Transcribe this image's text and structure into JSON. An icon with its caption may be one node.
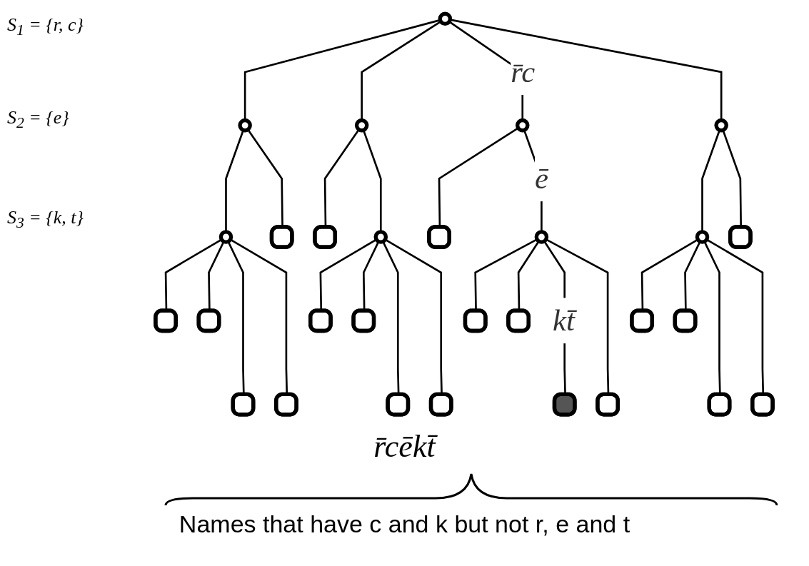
{
  "diagram": {
    "nodes": [
      {
        "text": [],
        "shape": "circle"
      },
      {
        "text": [],
        "shape": "circle"
      },
      {
        "text": [],
        "shape": "circle"
      },
      {
        "text": [],
        "shape": "circle"
      },
      {
        "text": [],
        "shape": "circle"
      },
      {
        "text": [],
        "shape": "circle"
      },
      {
        "text": [],
        "shape": "box"
      },
      {
        "text": [],
        "shape": "box"
      },
      {
        "text": [],
        "shape": "circle"
      },
      {
        "text": [],
        "shape": "box"
      },
      {
        "text": [],
        "shape": "circle"
      },
      {
        "text": [],
        "shape": "circle"
      },
      {
        "text": [],
        "shape": "box"
      },
      {
        "text": [],
        "shape": "box"
      },
      {
        "text": [],
        "shape": "box"
      },
      {
        "text": [],
        "shape": "box"
      },
      {
        "text": [],
        "shape": "box"
      },
      {
        "text": [],
        "shape": "box"
      },
      {
        "text": [],
        "shape": "box"
      },
      {
        "text": [],
        "shape": "box"
      },
      {
        "text": [],
        "shape": "box"
      },
      {
        "text": [],
        "shape": "box"
      },
      {
        "text": [],
        "shape": "box"
      },
      {
        "text": [],
        "shape": "box"
      },
      {
        "text": [],
        "shape": "box"
      },
      {
        "text": [],
        "shape": "box"
      },
      {
        "text": [],
        "shape": "box"
      },
      {
        "text": [],
        "shape": "box"
      },
      {
        "text": [],
        "shape": "box"
      }
    ],
    "edges": [
      {
        "from": 0,
        "to": 1,
        "arrow": "none"
      },
      {
        "from": 0,
        "to": 2,
        "arrow": "none"
      },
      {
        "from": 0,
        "to": 3,
        "arrow": "none",
        "label": "r̄c"
      },
      {
        "from": 0,
        "to": 4,
        "arrow": "none"
      },
      {
        "from": 1,
        "to": 5,
        "arrow": "none"
      },
      {
        "from": 1,
        "to": 6,
        "arrow": "none"
      },
      {
        "from": 2,
        "to": 7,
        "arrow": "none"
      },
      {
        "from": 2,
        "to": 8,
        "arrow": "none"
      },
      {
        "from": 3,
        "to": 9,
        "arrow": "none"
      },
      {
        "from": 3,
        "to": 10,
        "arrow": "none",
        "label": "ē"
      },
      {
        "from": 4,
        "to": 11,
        "arrow": "none"
      },
      {
        "from": 4,
        "to": 12,
        "arrow": "none"
      },
      {
        "from": 5,
        "to": 13,
        "arrow": "none"
      },
      {
        "from": 5,
        "to": 14,
        "arrow": "none"
      },
      {
        "from": 5,
        "to": 15,
        "arrow": "none"
      },
      {
        "from": 5,
        "to": 16,
        "arrow": "none"
      },
      {
        "from": 8,
        "to": 17,
        "arrow": "none"
      },
      {
        "from": 8,
        "to": 18,
        "arrow": "none"
      },
      {
        "from": 8,
        "to": 19,
        "arrow": "none"
      },
      {
        "from": 8,
        "to": 20,
        "arrow": "none"
      },
      {
        "from": 10,
        "to": 21,
        "arrow": "none"
      },
      {
        "from": 10,
        "to": 22,
        "arrow": "none"
      },
      {
        "from": 10,
        "to": 23,
        "arrow": "none",
        "label": "kt̄"
      },
      {
        "from": 10,
        "to": 24,
        "arrow": "none"
      },
      {
        "from": 11,
        "to": 25,
        "arrow": "none"
      },
      {
        "from": 11,
        "to": 26,
        "arrow": "none"
      },
      {
        "from": 11,
        "to": 27,
        "arrow": "none"
      },
      {
        "from": 11,
        "to": 28,
        "arrow": "none"
      }
    ],
    "labels": [
      "S$_{1}$ = {r, c}",
      "S$_{2}$ = {e}",
      "S$_{3}$ = {k, t}",
      "r̄cēkt̄",
      "Names that have c and k but not r, e and t"
    ]
  }
}
